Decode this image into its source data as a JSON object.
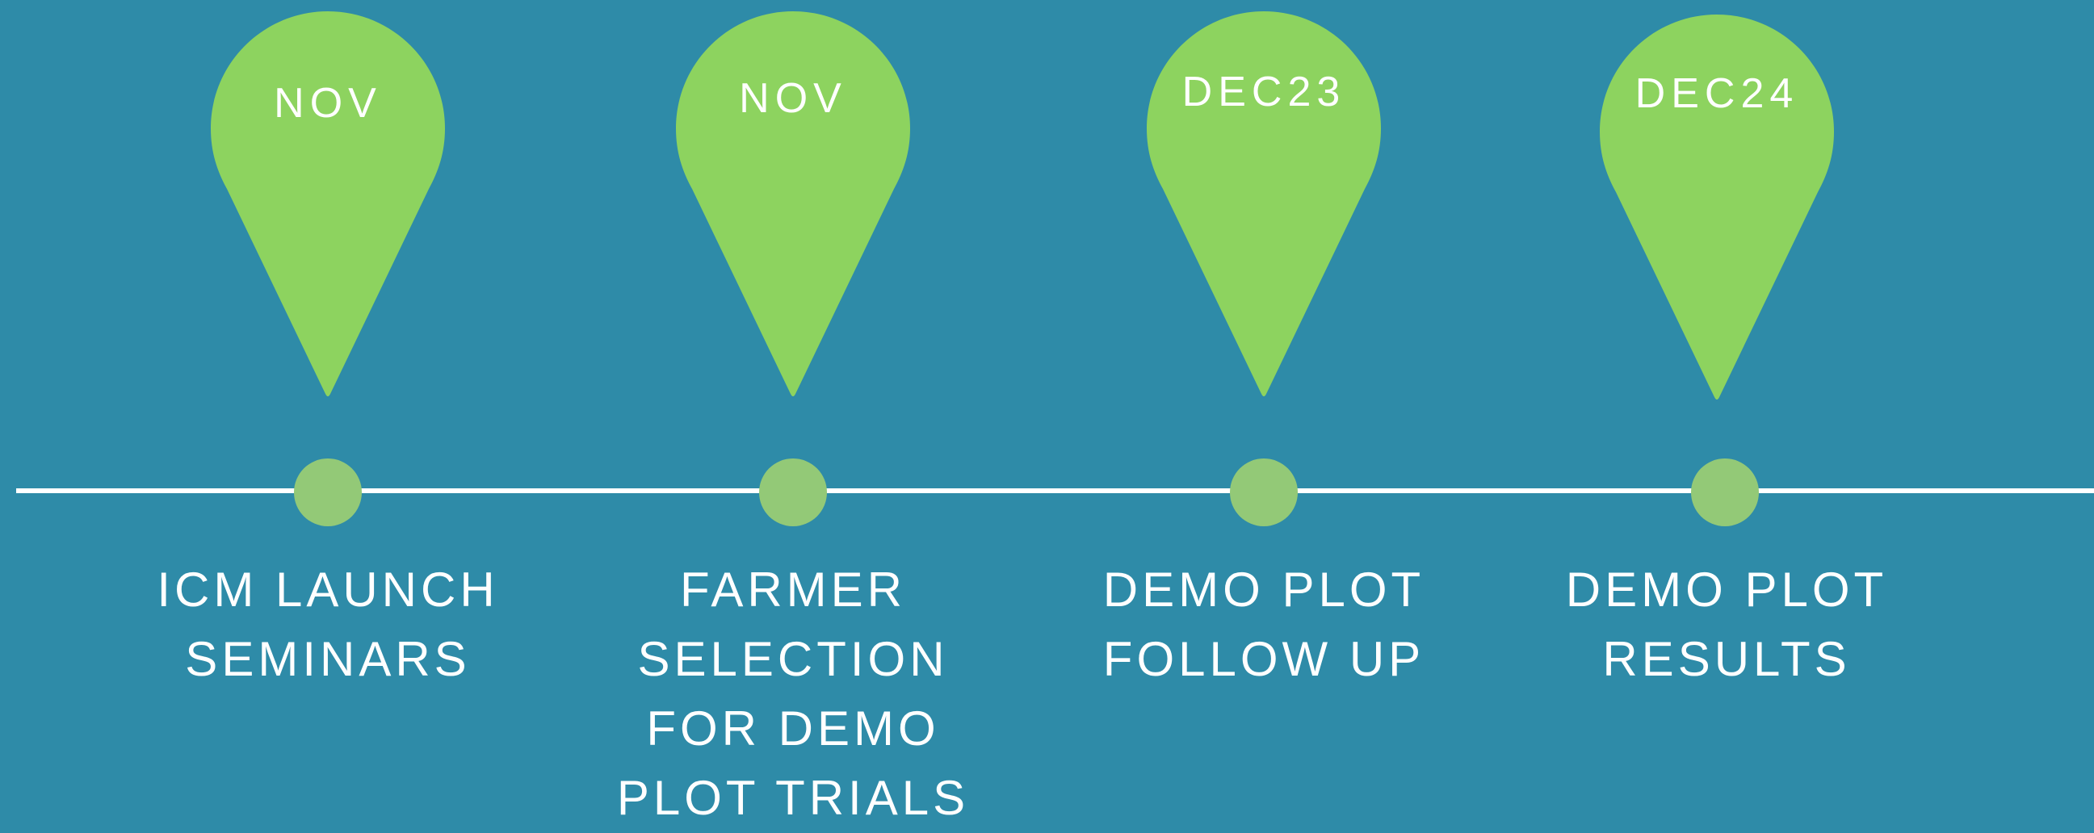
{
  "timeline": {
    "milestones": [
      {
        "date": "NOV",
        "caption": "ICM LAUNCH\nSEMINARS"
      },
      {
        "date": "NOV",
        "caption": "FARMER\nSELECTION\nFOR DEMO\nPLOT TRIALS"
      },
      {
        "date": "DEC23",
        "caption": "DEMO PLOT\nFOLLOW UP"
      },
      {
        "date": "DEC24",
        "caption": "DEMO PLOT\nRESULTS"
      }
    ]
  },
  "colors": {
    "background": "#2e8ba8",
    "pin": "#8dd35f",
    "dot": "#93c977",
    "line": "#ffffff",
    "text": "#ffffff"
  }
}
